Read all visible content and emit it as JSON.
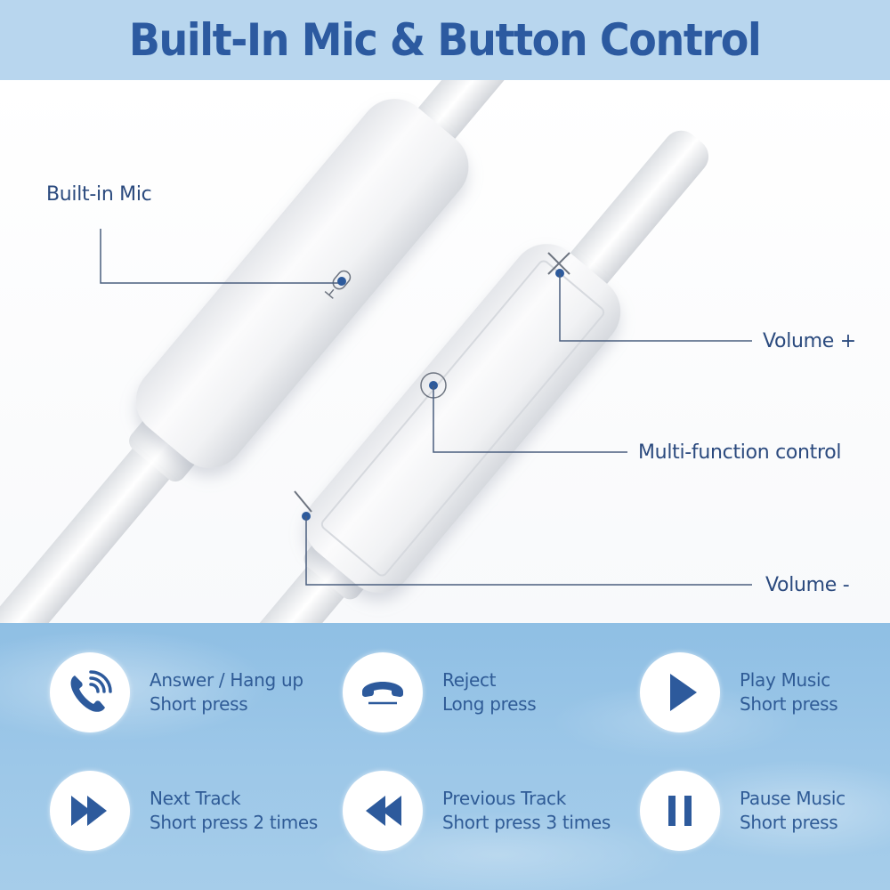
{
  "header": {
    "title": "Built-In Mic & Button Control"
  },
  "callouts": {
    "mic": {
      "label": "Built-in Mic",
      "icon": "microphone-icon"
    },
    "volume_up": {
      "label": "Volume +",
      "icon": "plus-icon"
    },
    "multi": {
      "label": "Multi-function control",
      "icon": "center-button-icon"
    },
    "volume_down": {
      "label": "Volume -",
      "icon": "minus-icon"
    }
  },
  "functions": [
    {
      "title": "Answer / Hang up",
      "action": "Short press",
      "icon": "phone-ringing-icon"
    },
    {
      "title": "Reject",
      "action": "Long press",
      "icon": "hang-up-icon"
    },
    {
      "title": "Play Music",
      "action": "Short press",
      "icon": "play-icon"
    },
    {
      "title": "Next Track",
      "action": "Short press 2 times",
      "icon": "fast-forward-icon"
    },
    {
      "title": "Previous Track",
      "action": "Short press 3 times",
      "icon": "rewind-icon"
    },
    {
      "title": "Pause Music",
      "action": "Short press",
      "icon": "pause-icon"
    }
  ],
  "colors": {
    "header_bg": "#b8d6ee",
    "title": "#2c5aa0",
    "label": "#2b4a7e",
    "icon_blue": "#2d5a9c",
    "bottom_bg": "#9cc7e8",
    "line": "#4a5e7e"
  }
}
